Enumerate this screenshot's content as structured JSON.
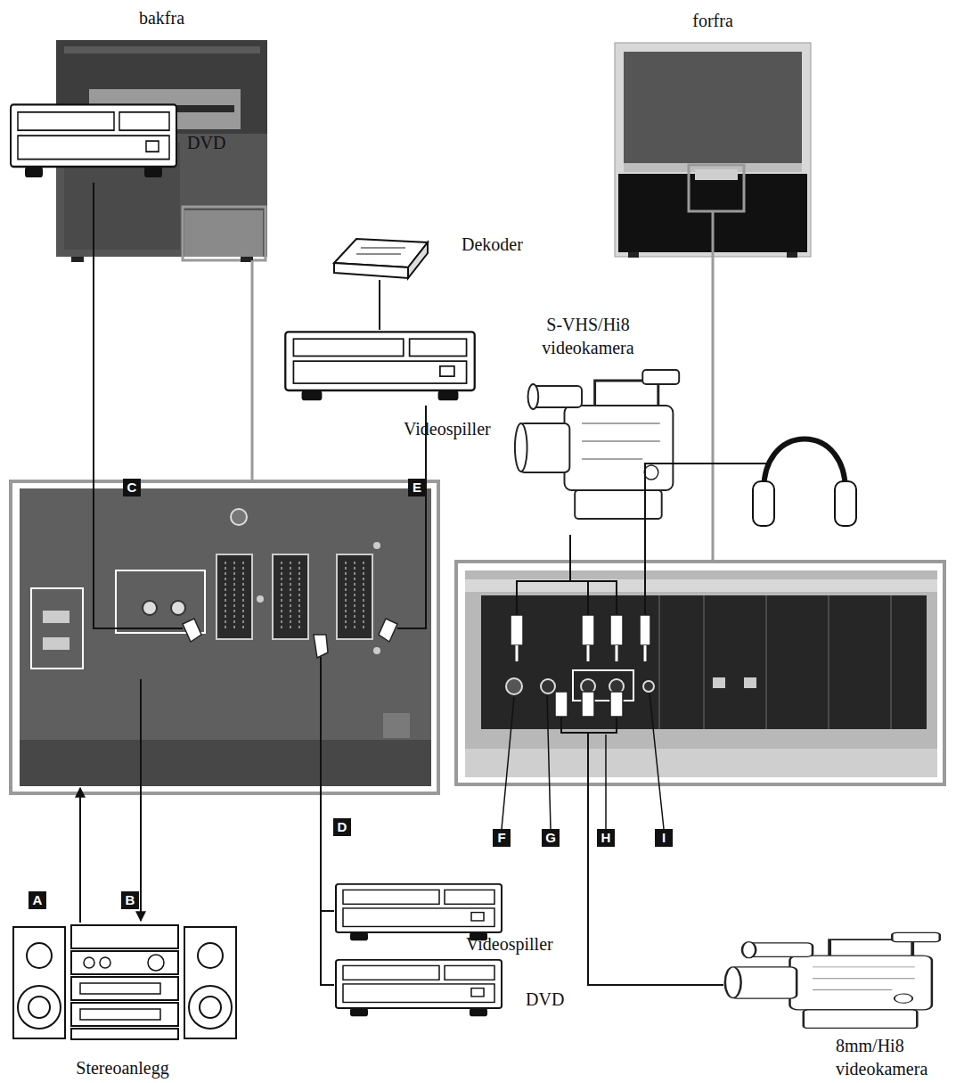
{
  "diagram": {
    "nodes": [
      {
        "text": [
          "bakfra"
        ]
      },
      {
        "text": [
          "forfra"
        ]
      },
      {
        "text": [
          "DVD"
        ]
      },
      {
        "text": [
          "Dekoder"
        ]
      },
      {
        "text": [
          "Videospiller"
        ]
      },
      {
        "text": [
          "S-VHS/Hi8 videokamera"
        ]
      },
      {
        "text": [
          "Stereoanlegg"
        ]
      },
      {
        "text": [
          "Videospiller"
        ]
      },
      {
        "text": [
          "DVD"
        ]
      },
      {
        "text": [
          "8mm/Hi8 videokamera"
        ]
      }
    ],
    "edges": [
      {
        "from": 3,
        "to": 4,
        "arrow": "none"
      }
    ],
    "labels": [
      "C",
      "E",
      "A",
      "B",
      "D",
      "F",
      "G",
      "H",
      "I"
    ]
  }
}
